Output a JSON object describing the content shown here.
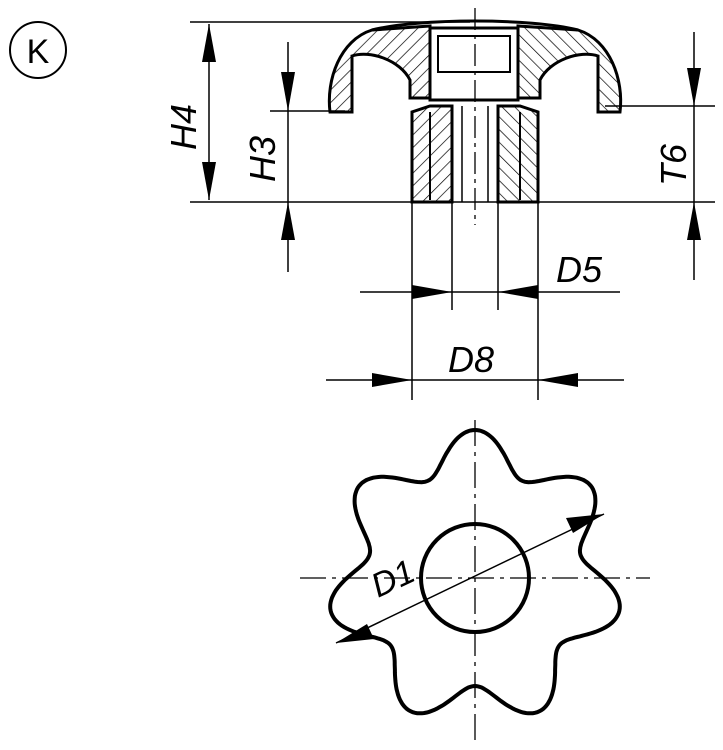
{
  "variant_label": "K",
  "dimensions": {
    "h4": "H4",
    "h3": "H3",
    "t6": "T6",
    "d5": "D5",
    "d8": "D8",
    "d1": "D1"
  },
  "colors": {
    "ink": "#000000",
    "paper": "#ffffff"
  }
}
